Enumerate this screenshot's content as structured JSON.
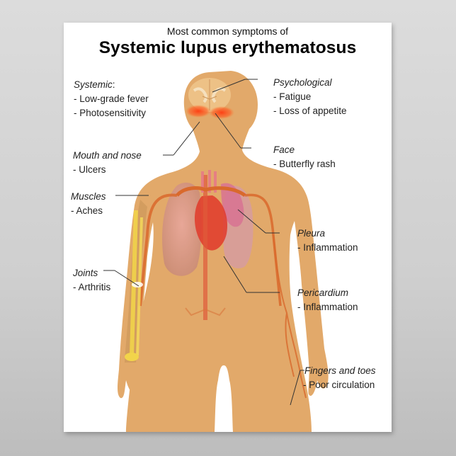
{
  "poster": {
    "subtitle": "Most common symptoms of",
    "title": "Systemic lupus erythematosus",
    "colors": {
      "background": "#d6d6d6",
      "paper": "#ffffff",
      "skin": "#e2a96a",
      "artery": "#d9692c",
      "rash": "#ff4a1a",
      "lung": "#d98f8a",
      "pleura": "#d76a9a",
      "heart": "#e0392a",
      "bone": "#f2d44a",
      "leader_line": "#333333"
    },
    "symptoms": [
      {
        "id": "systemic",
        "heading": "Systemic",
        "heading_suffix": ":",
        "items": [
          "- Low-grade fever",
          "- Photosensitivity"
        ]
      },
      {
        "id": "psychological",
        "heading": "Psychological",
        "heading_suffix": "",
        "items": [
          "- Fatigue",
          "- Loss of appetite"
        ]
      },
      {
        "id": "mouth-nose",
        "heading": "Mouth and nose",
        "heading_suffix": "",
        "items": [
          "- Ulcers"
        ]
      },
      {
        "id": "face",
        "heading": "Face",
        "heading_suffix": "",
        "items": [
          "- Butterfly rash"
        ]
      },
      {
        "id": "muscles",
        "heading": "Muscles",
        "heading_suffix": "",
        "items": [
          "- Aches"
        ]
      },
      {
        "id": "pleura",
        "heading": "Pleura",
        "heading_suffix": "",
        "items": [
          "- Inflammation"
        ]
      },
      {
        "id": "joints",
        "heading": "Joints",
        "heading_suffix": "",
        "items": [
          "- Arthritis"
        ]
      },
      {
        "id": "pericardium",
        "heading": "Pericardium",
        "heading_suffix": "",
        "items": [
          "- Inflammation"
        ]
      },
      {
        "id": "fingers-toes",
        "heading": "Fingers and toes",
        "heading_suffix": "",
        "items": [
          "- Poor circulation"
        ]
      }
    ]
  }
}
